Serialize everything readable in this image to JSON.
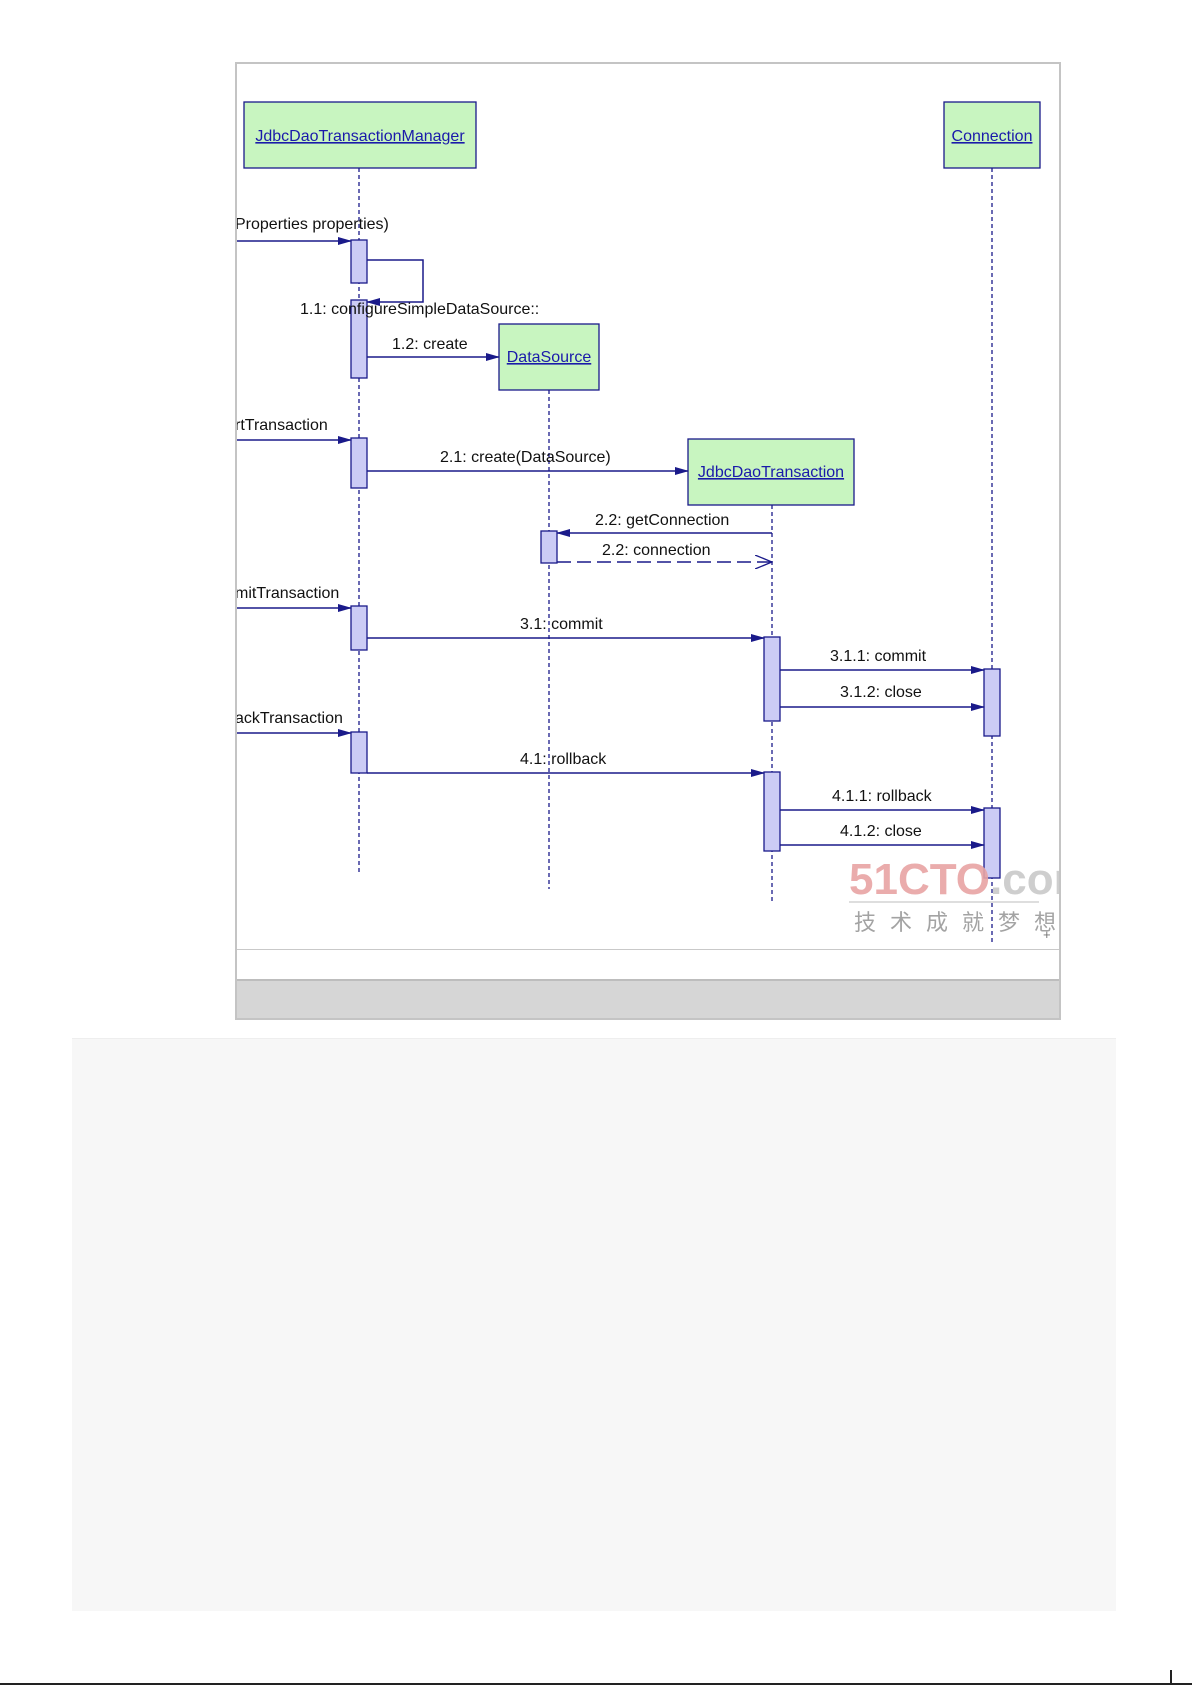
{
  "objects": [
    {
      "id": "mgr",
      "label": "JdbcDaoTransactionManager"
    },
    {
      "id": "ds",
      "label": "DataSource"
    },
    {
      "id": "tx",
      "label": "JdbcDaoTransaction"
    },
    {
      "id": "conn",
      "label": "Connection"
    }
  ],
  "incoming_calls": [
    "Properties properties)",
    "rtTransaction",
    "mitTransaction",
    "ackTransaction"
  ],
  "messages": [
    {
      "id": "m11",
      "label": "1.1: configureSimpleDataSource::"
    },
    {
      "id": "m12",
      "label": "1.2: create"
    },
    {
      "id": "m21",
      "label": "2.1: create(DataSource)"
    },
    {
      "id": "m22a",
      "label": "2.2: getConnection"
    },
    {
      "id": "m22b",
      "label": "2.2: connection"
    },
    {
      "id": "m31",
      "label": "3.1: commit"
    },
    {
      "id": "m311",
      "label": "3.1.1: commit"
    },
    {
      "id": "m312",
      "label": "3.1.2: close"
    },
    {
      "id": "m41",
      "label": "4.1: rollback"
    },
    {
      "id": "m411",
      "label": "4.1.1: rollback"
    },
    {
      "id": "m412",
      "label": "4.1.2: close"
    }
  ],
  "watermark": {
    "brand_accent": "51CTO",
    "brand_rest": ".com",
    "tagline": "技术成就梦想",
    "plus": "+"
  },
  "colors": {
    "object_fill": "#c8f5c0",
    "activation_fill": "#ccccf5",
    "line": "#1a1a8a"
  }
}
